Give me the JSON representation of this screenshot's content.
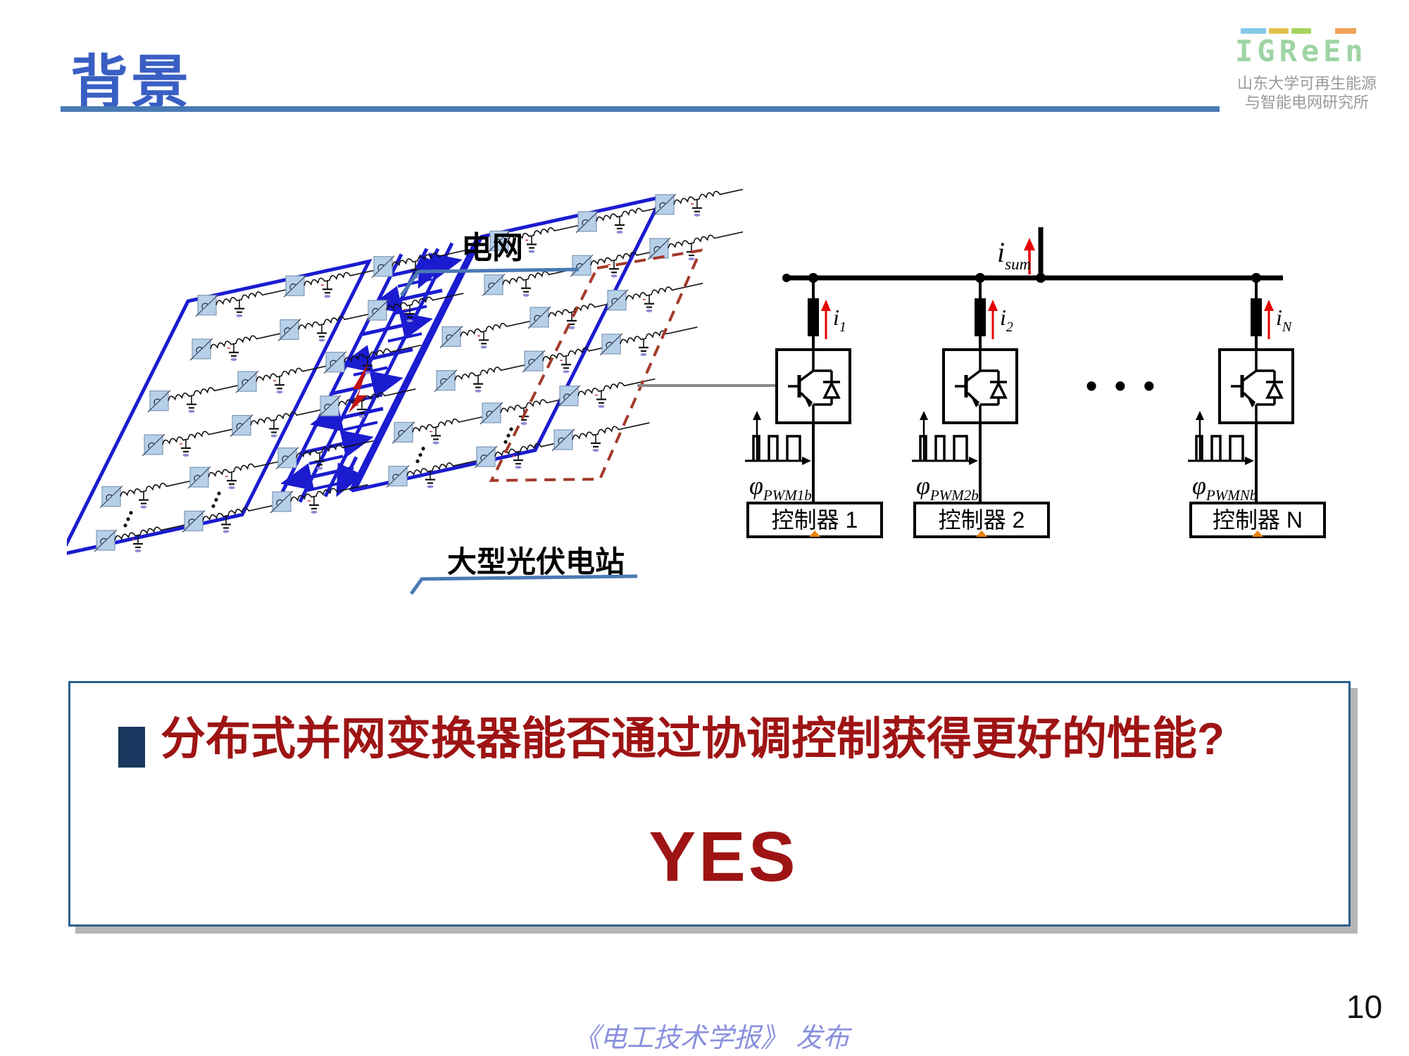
{
  "slide": {
    "title": "背景",
    "page_number": "10",
    "footer": "《电工技术学报》 发布"
  },
  "logo": {
    "brand": "IGReEn",
    "line1": "山东大学可再生能源",
    "line2": "与智能电网研究所",
    "bar_colors": [
      "#86c9e8",
      "#e2c14e",
      "#a6d65f",
      "#f2a259"
    ]
  },
  "pv_diagram": {
    "grid_label": "电网",
    "station_label": "大型光伏电站"
  },
  "converter_diagram": {
    "bus_current": {
      "main": "i",
      "sub": "sum"
    },
    "ellipsis": "• • •",
    "branches": [
      {
        "current_main": "i",
        "current_sub": "1",
        "pwm_main": "φ",
        "pwm_sub": "PWM1b",
        "controller": "控制器 1"
      },
      {
        "current_main": "i",
        "current_sub": "2",
        "pwm_main": "φ",
        "pwm_sub": "PWM2b",
        "controller": "控制器 2"
      },
      {
        "current_main": "i",
        "current_sub": "N",
        "pwm_main": "φ",
        "pwm_sub": "PWMNb",
        "controller": "控制器 N"
      }
    ]
  },
  "question_box": {
    "question": "分布式并网变换器能否通过协调控制获得更好的性能?",
    "answer": "YES"
  },
  "colors": {
    "title_blue": "#3a5fc4",
    "rule_blue": "#4a7ab5",
    "diagram_blue": "#1b1bd0",
    "dashed_red": "#a33a2a",
    "current_red": "#e60000",
    "question_red": "#9e1414",
    "bullet_navy": "#17375e",
    "footer_purple": "#8a90de",
    "logo_green": "#9ed4a4",
    "logo_gray": "#9a9a9a"
  }
}
